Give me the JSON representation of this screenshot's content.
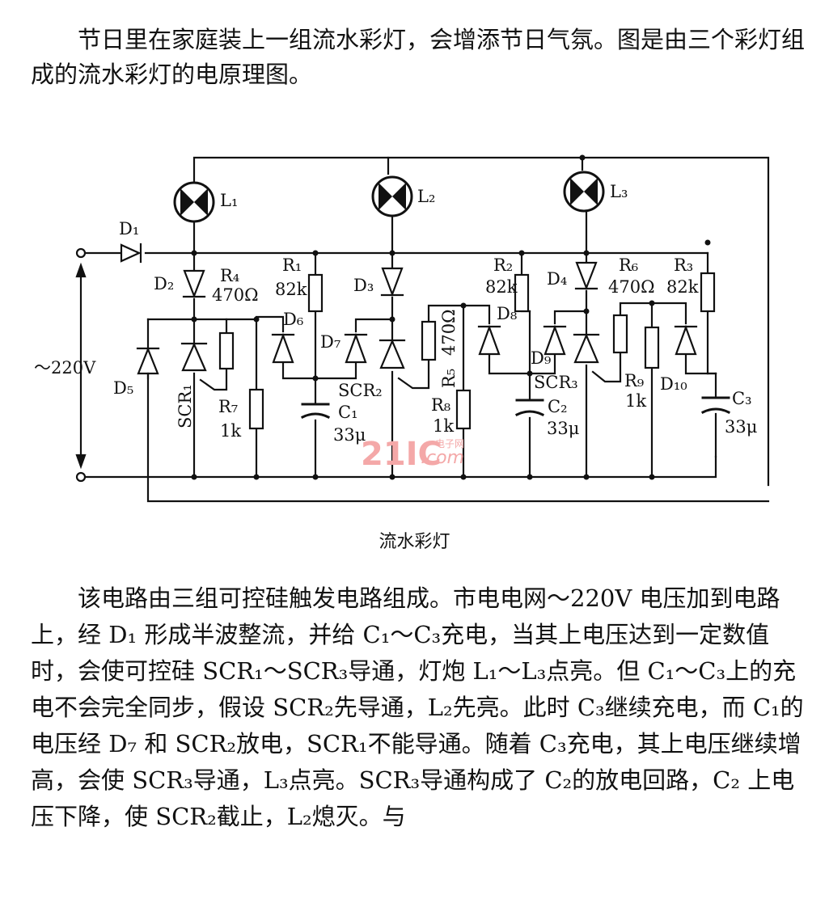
{
  "intro": "节日里在家庭装上一组流水彩灯，会增添节日气氛。图是由三个彩灯组成的流水彩灯的电原理图。",
  "caption": "流水彩灯",
  "body": "该电路由三组可控硅触发电路组成。市电电网～220V 电压加到电路上，经 D₁ 形成半波整流，并给 C₁～C₃充电，当其上电压达到一定数值时，会使可控硅 SCR₁～SCR₃导通，灯炮 L₁～L₃点亮。但 C₁～C₃上的充电不会完全同步，假设 SCR₂先导通，L₂先亮。此时 C₃继续充电，而 C₁的电压经 D₇ 和 SCR₂放电，SCR₁不能导通。随着 C₃充电，其上电压继续增高，会使 SCR₃导通，L₃点亮。SCR₃导通构成了 C₂的放电回路，C₂ 上电压下降，使 SCR₂截止，L₂熄灭。与",
  "diagram": {
    "source_label": "～220V",
    "lamps": [
      "L₁",
      "L₂",
      "L₃"
    ],
    "diodes": [
      "D₁",
      "D₂",
      "D₃",
      "D₄",
      "D₅",
      "D₆",
      "D₇",
      "D₈",
      "D₉",
      "D₁₀"
    ],
    "scrs": [
      "SCR₁",
      "SCR₂",
      "SCR₃"
    ],
    "resistors": [
      {
        "name": "R₁",
        "value": "82k"
      },
      {
        "name": "R₂",
        "value": "82k"
      },
      {
        "name": "R₃",
        "value": "82k"
      },
      {
        "name": "R₄",
        "value": "470Ω"
      },
      {
        "name": "R₅",
        "value": "470Ω"
      },
      {
        "name": "R₆",
        "value": "470Ω"
      },
      {
        "name": "R₇",
        "value": "1k"
      },
      {
        "name": "R₈",
        "value": "1k"
      },
      {
        "name": "R₉",
        "value": "1k"
      }
    ],
    "capacitors": [
      {
        "name": "C₁",
        "value": "33μ"
      },
      {
        "name": "C₂",
        "value": "33μ"
      },
      {
        "name": "C₃",
        "value": "33μ"
      }
    ]
  },
  "watermark": {
    "brand": "21IC",
    "site": ".com",
    "cn": "电子网"
  }
}
